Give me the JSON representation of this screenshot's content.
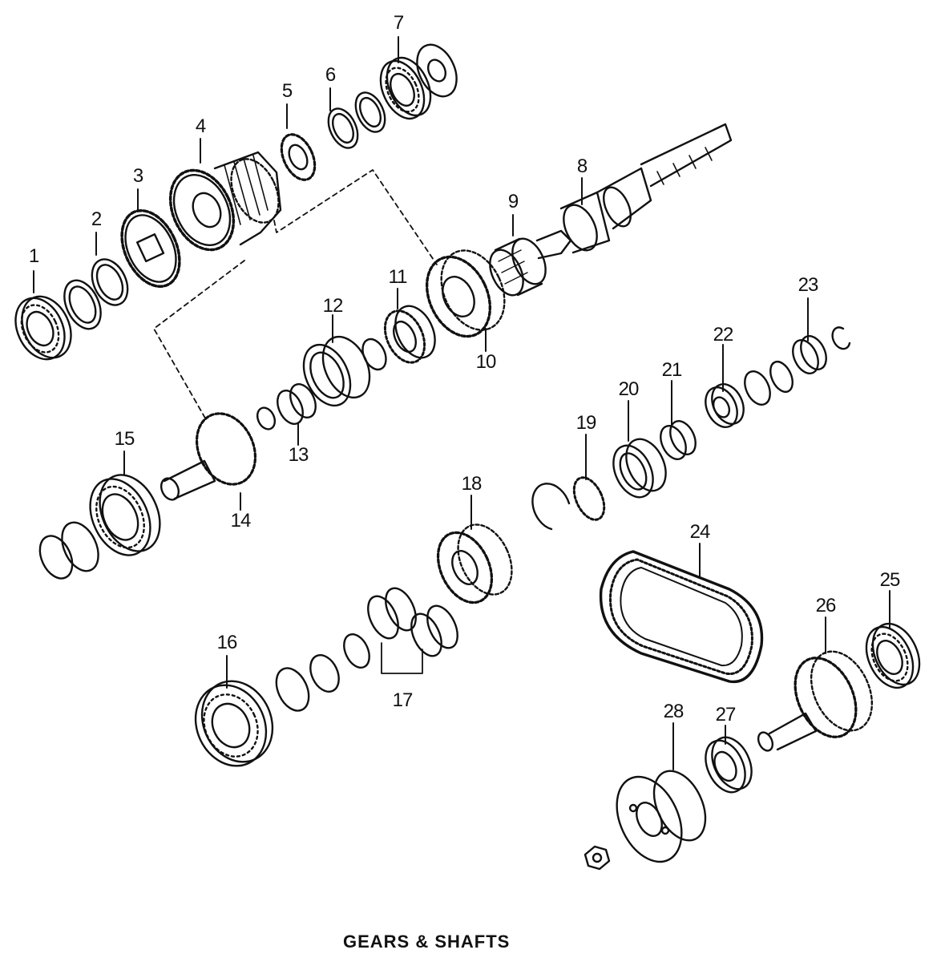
{
  "title": "GEARS & SHAFTS",
  "callouts": [
    "1",
    "2",
    "3",
    "4",
    "5",
    "6",
    "7",
    "8",
    "9",
    "10",
    "11",
    "12",
    "13",
    "14",
    "15",
    "16",
    "17",
    "18",
    "19",
    "20",
    "21",
    "22",
    "23",
    "24",
    "25",
    "26",
    "27",
    "28"
  ],
  "colors": {
    "ink": "#111111",
    "paper": "#ffffff"
  }
}
